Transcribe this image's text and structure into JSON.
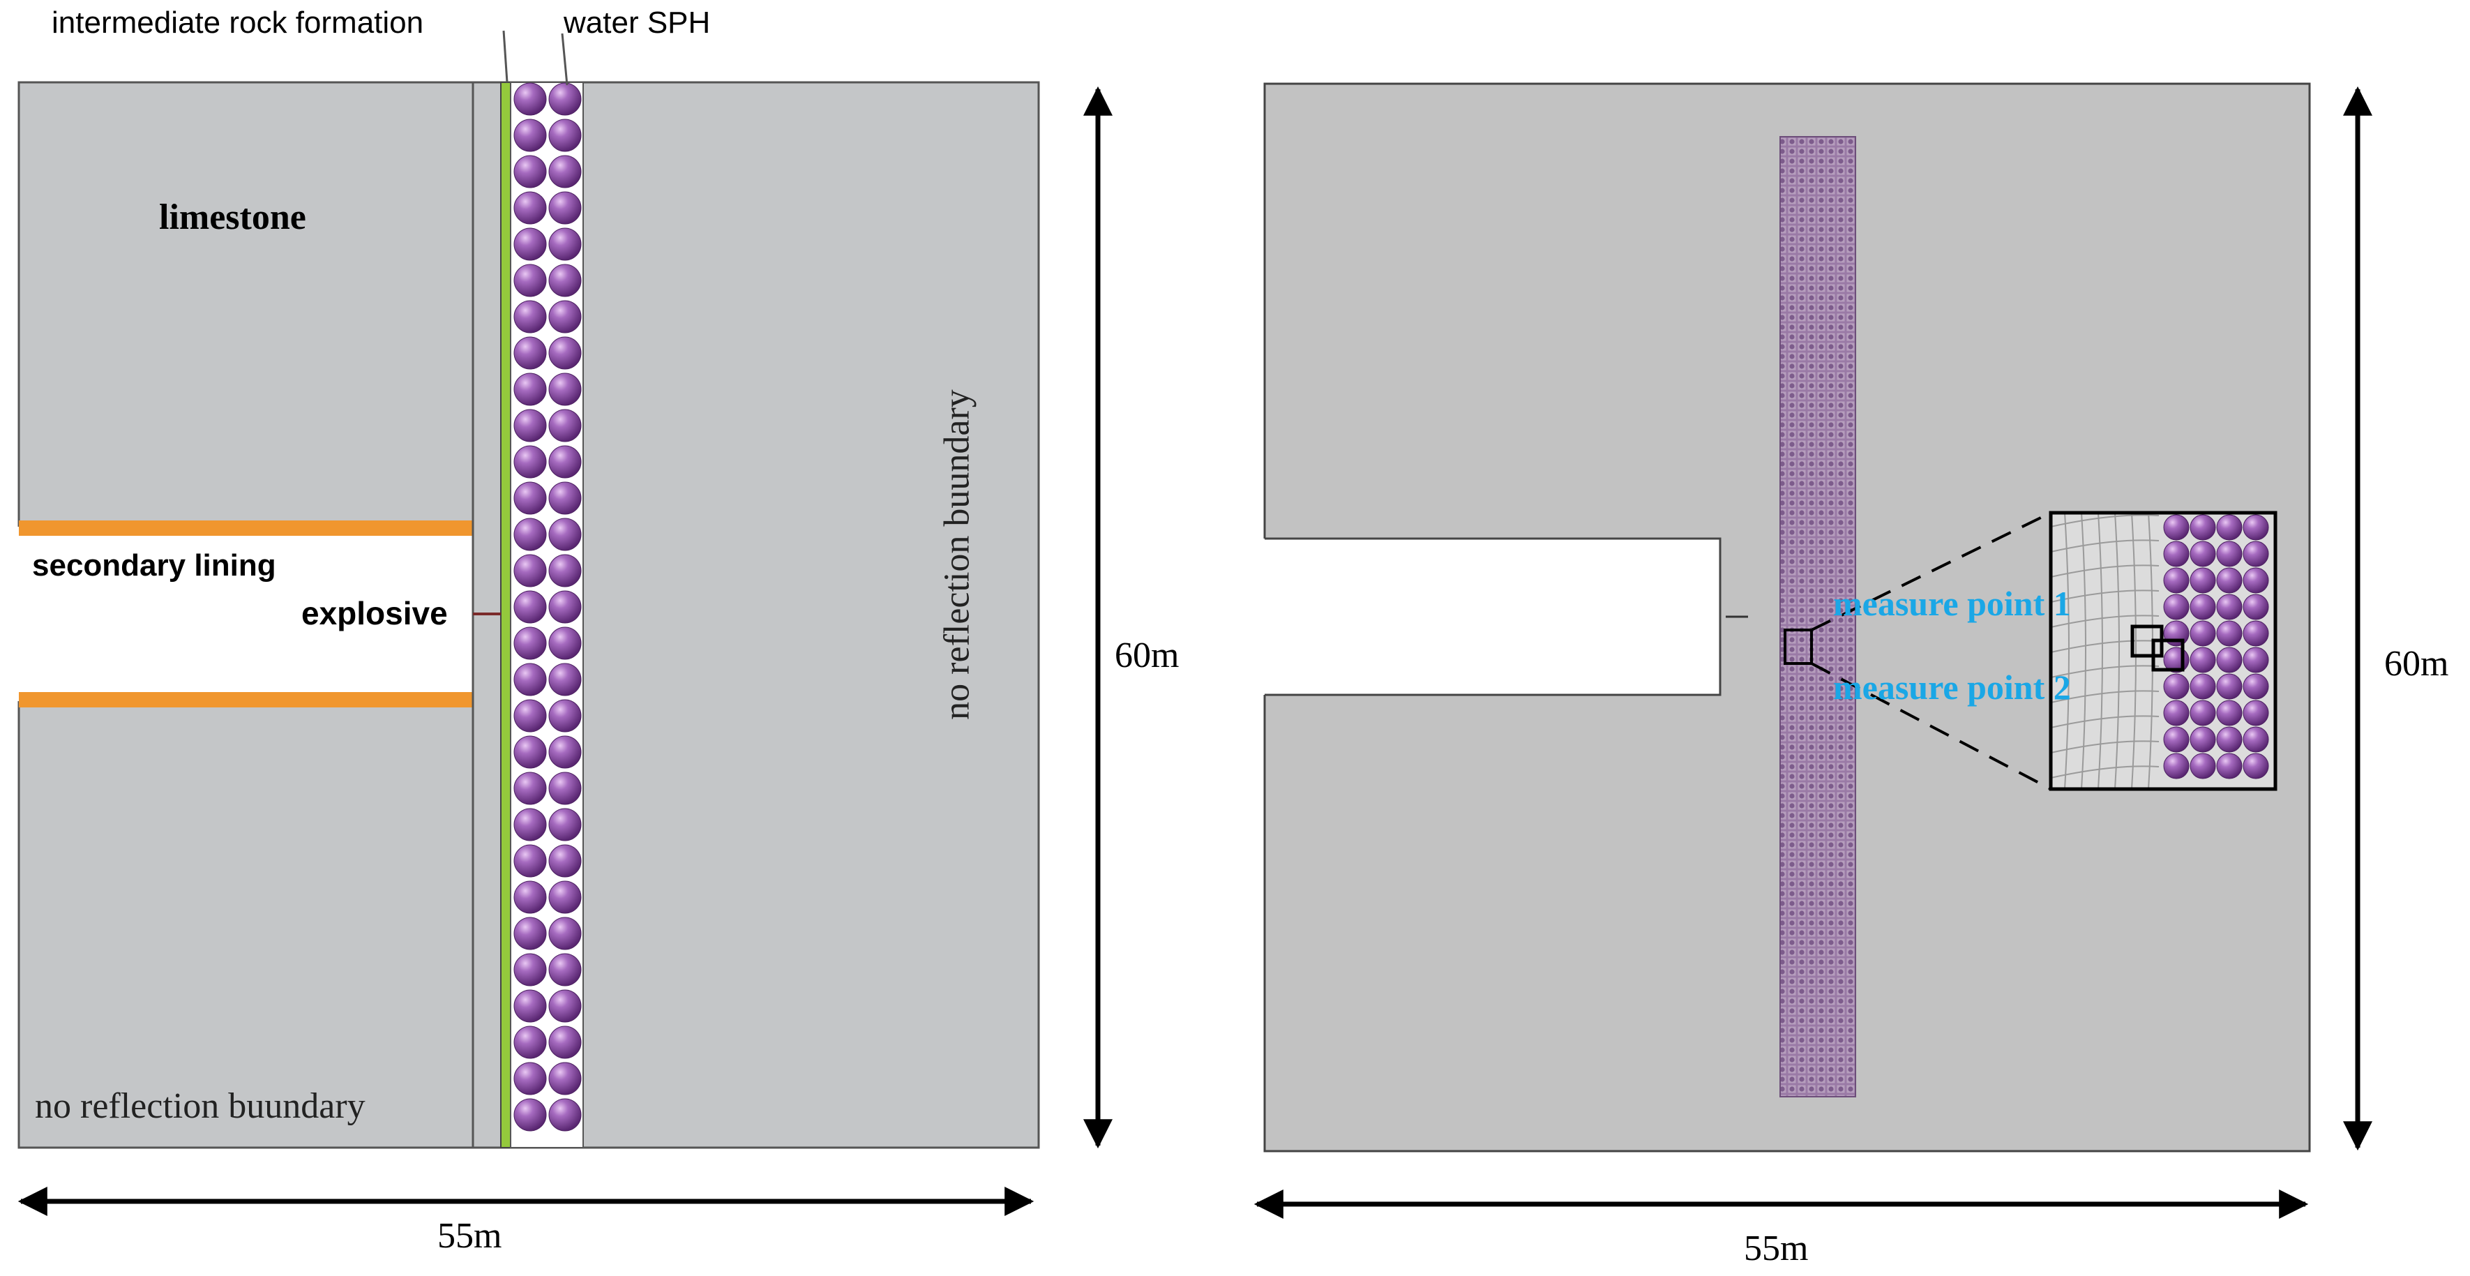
{
  "left_panel": {
    "label_intermediate": "intermediate rock formation",
    "label_water": "water SPH",
    "label_limestone": "limestone",
    "label_secondary_lining": "secondary lining",
    "label_explosive": "explosive",
    "label_boundary_right": "no reflection buundary",
    "label_boundary_bottom": "no reflection buundary",
    "dim_height": "60m",
    "dim_width": "55m"
  },
  "right_panel": {
    "label_measure_1": "measure point 1",
    "label_measure_2": "measure point 2",
    "dim_height": "60m",
    "dim_width": "55m"
  },
  "colors": {
    "rock_fill": "#c4c6c8",
    "rock_fill_right": "#c2c2c2",
    "lining": "#f0962e",
    "intermediate_layer": "#94c93c",
    "sph_particle": "#8d4fa6",
    "measure_label": "#1aa7e6",
    "mesh_column": "#8d6f96"
  }
}
